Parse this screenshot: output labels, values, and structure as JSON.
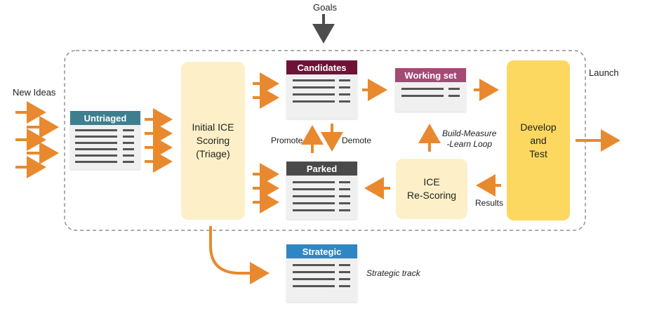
{
  "labels": {
    "goals": "Goals",
    "launch": "Launch",
    "new_ideas": "New Ideas",
    "promote": "Promote",
    "demote": "Demote",
    "results": "Results",
    "build_measure_learn": "Build-Measure\n-Learn Loop",
    "strategic_track": "Strategic track"
  },
  "stages": {
    "triage": "Initial ICE\nScoring\n(Triage)",
    "rescoring": "ICE\nRe-Scoring",
    "develop_test": "Develop\nand\nTest"
  },
  "lists": {
    "untriaged": {
      "title": "Untriaged",
      "color": "#3d7f8e"
    },
    "candidates": {
      "title": "Candidates",
      "color": "#6e1336"
    },
    "working_set": {
      "title": "Working set",
      "color": "#a34a75"
    },
    "parked": {
      "title": "Parked",
      "color": "#4a4a4a"
    },
    "strategic": {
      "title": "Strategic",
      "color": "#2f86c4"
    }
  },
  "colors": {
    "arrow": "#e8892f",
    "arrow_gray": "#4d4d4d",
    "stage_fill": "#fdf0c8",
    "develop_fill": "#fcd860",
    "frame": "#777777"
  },
  "icons": {
    "arrow": "arrow-right-icon"
  }
}
